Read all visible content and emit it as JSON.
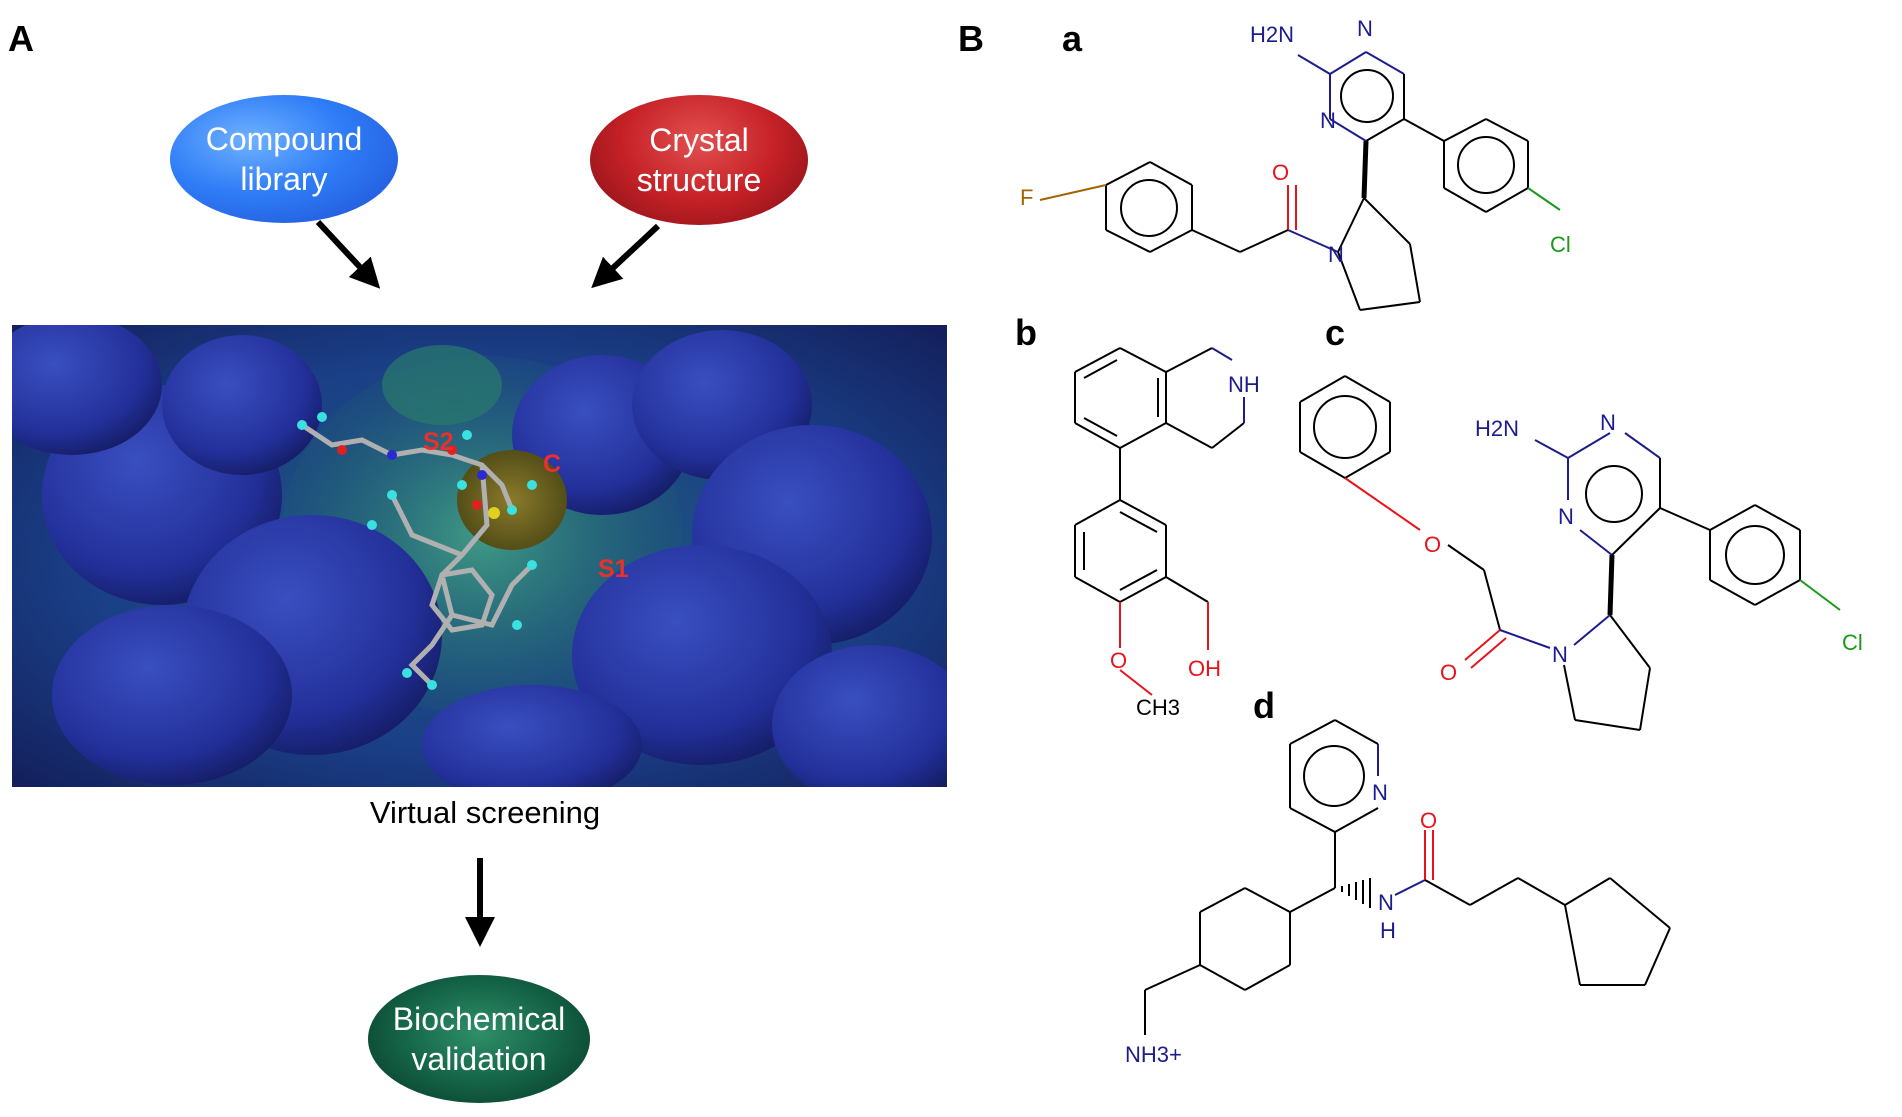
{
  "panels": {
    "a_label": "A",
    "b_label": "B"
  },
  "workflow": {
    "compound_library": [
      "Compound",
      "library"
    ],
    "crystal_structure": [
      "Crystal",
      "structure"
    ],
    "virtual_screening": "Virtual screening",
    "biochemical_validation": [
      "Biochemical",
      "validation"
    ]
  },
  "surface_labels": {
    "s2": "S2",
    "c": "C",
    "s1": "S1"
  },
  "compounds": {
    "a": {
      "label": "a",
      "atoms": [
        "H2N",
        "N",
        "N",
        "O",
        "N",
        "F",
        "Cl"
      ]
    },
    "b": {
      "label": "b",
      "atoms": [
        "NH",
        "O",
        "CH3",
        "OH"
      ]
    },
    "c": {
      "label": "c",
      "atoms": [
        "H2N",
        "N",
        "N",
        "O",
        "O",
        "N",
        "Cl"
      ]
    },
    "d": {
      "label": "d",
      "atoms": [
        "N",
        "O",
        "N",
        "H",
        "NH3+"
      ]
    }
  },
  "colors": {
    "nitrogen": "#1c1c8c",
    "oxygen": "#e8141b",
    "fluorine": "#a06400",
    "chlorine": "#1a9a1a",
    "surface_label": "#e8302c"
  }
}
